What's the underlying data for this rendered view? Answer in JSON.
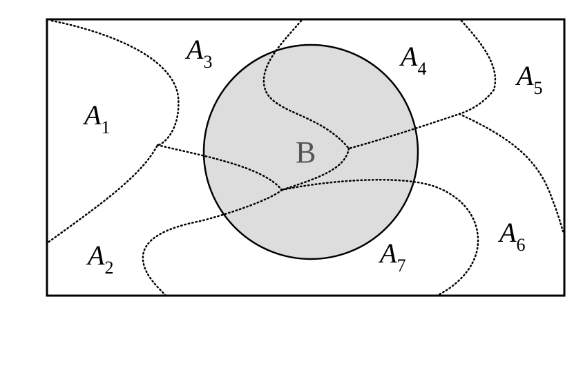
{
  "diagram": {
    "set_b": {
      "label": "B",
      "fill_color": "#dddddd",
      "stroke_color": "#000000"
    },
    "regions": [
      {
        "letter": "A",
        "index": "1"
      },
      {
        "letter": "A",
        "index": "2"
      },
      {
        "letter": "A",
        "index": "3"
      },
      {
        "letter": "A",
        "index": "4"
      },
      {
        "letter": "A",
        "index": "5"
      },
      {
        "letter": "A",
        "index": "6"
      },
      {
        "letter": "A",
        "index": "7"
      }
    ],
    "colors": {
      "frame": "#000000",
      "background": "#ffffff",
      "partition_lines": "#000000"
    }
  }
}
